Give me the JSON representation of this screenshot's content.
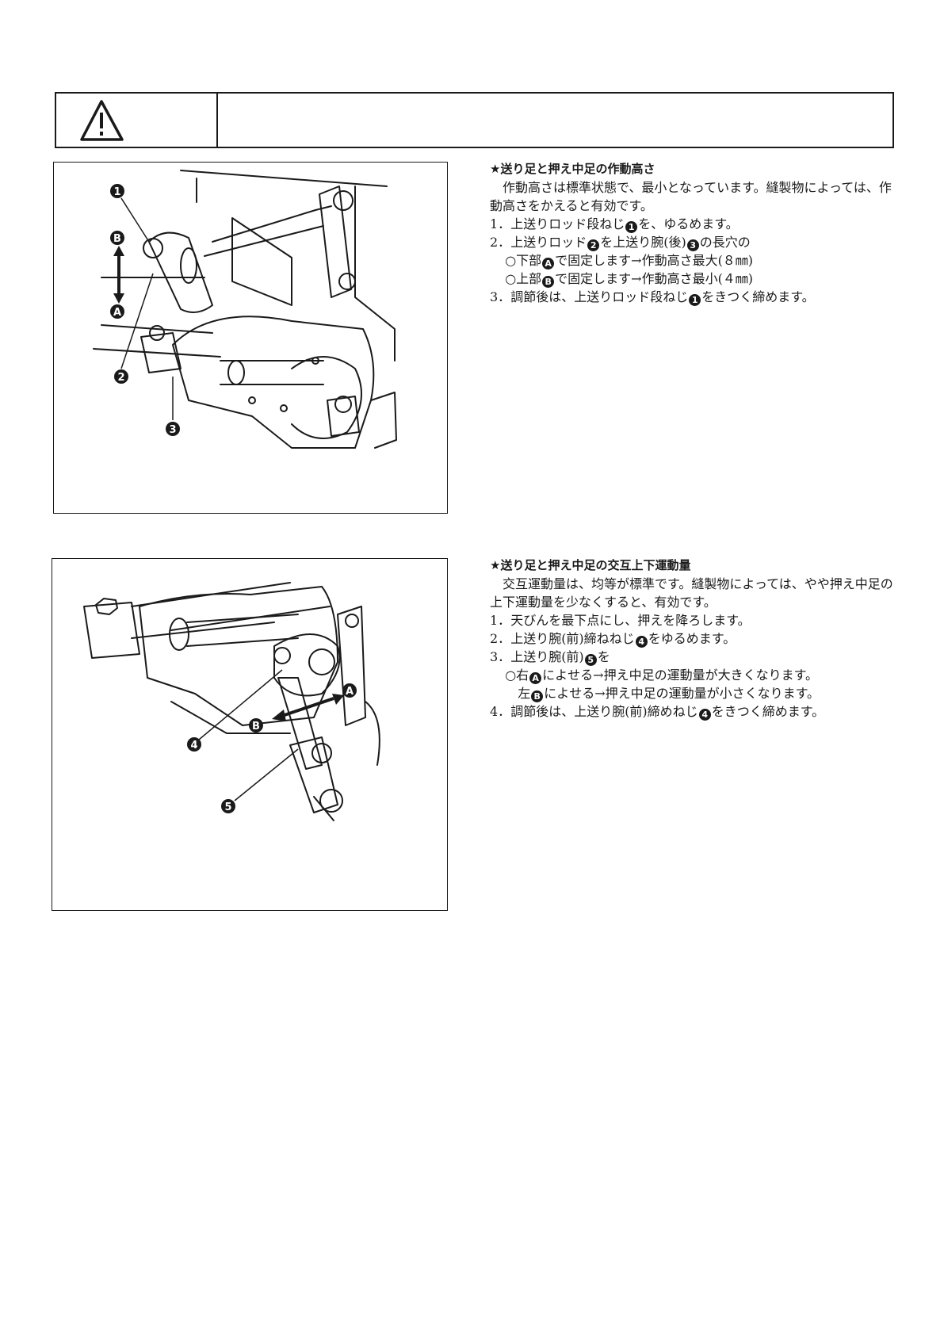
{
  "warning": {
    "icon": "warning-triangle-icon",
    "text": ""
  },
  "figure1": {
    "labels": {
      "l1": "1",
      "lB": "B",
      "lA": "A",
      "l2": "2",
      "l3": "3"
    }
  },
  "figure2": {
    "labels": {
      "l4": "4",
      "lA": "A",
      "lB": "B",
      "l5": "5"
    }
  },
  "section1": {
    "heading": "★送り足と押え中足の作動高さ",
    "intro": "作動高さは標準状態で、最小となっています。縫製物によっては、作動高さをかえると有効です。",
    "step1": {
      "num": "1．",
      "a": "上送りロッド段ねじ",
      "m": "1",
      "b": "を、ゆるめます。"
    },
    "step2": {
      "num": "2．",
      "a": "上送りロッド",
      "m1": "2",
      "b": "を上送り腕(後)",
      "m2": "3",
      "c": "の長穴の"
    },
    "sub1": {
      "a": "○下部",
      "m": "A",
      "b": "で固定します→作動高さ最大(８㎜)"
    },
    "sub2": {
      "a": "○上部",
      "m": "B",
      "b": "で固定します→作動高さ最小(４㎜)"
    },
    "step3": {
      "num": "3．",
      "a": "調節後は、上送りロッド段ねじ",
      "m": "1",
      "b": "をきつく締めます。"
    }
  },
  "section2": {
    "heading": "★送り足と押え中足の交互上下運動量",
    "intro": "交互運動量は、均等が標準です。縫製物によっては、やや押え中足の上下運動量を少なくすると、有効です。",
    "step1": {
      "num": "1．",
      "a": "天びんを最下点にし、押えを降ろします。"
    },
    "step2": {
      "num": "2．",
      "a": "上送り腕(前)締ねねじ",
      "m": "4",
      "b": "をゆるめます。"
    },
    "step3": {
      "num": "3．",
      "a": "上送り腕(前)",
      "m": "5",
      "b": "を"
    },
    "sub1": {
      "a": "○右",
      "m": "A",
      "b": "によせる→押え中足の運動量が大きくなります。"
    },
    "sub2": {
      "a": "左",
      "m": "B",
      "b": "によせる→押え中足の運動量が小さくなります。"
    },
    "step4": {
      "num": "4．",
      "a": "調節後は、上送り腕(前)締めねじ",
      "m": "4",
      "b": "をきつく締めます。"
    }
  },
  "colors": {
    "ink": "#1a1a1a",
    "paper": "#ffffff"
  }
}
